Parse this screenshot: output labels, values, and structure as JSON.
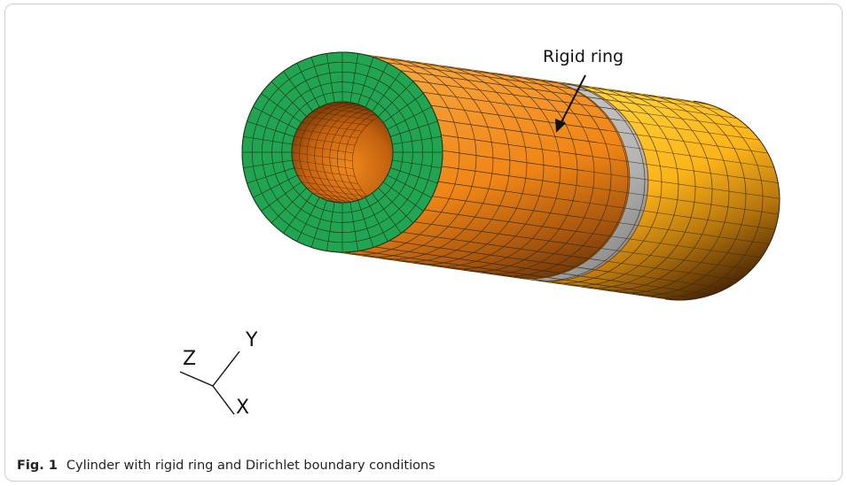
{
  "figure": {
    "annotation": "Rigid ring",
    "axes": {
      "z": "Z",
      "y": "Y",
      "x": "X"
    },
    "colors": {
      "end_face": "#22a552",
      "outer_surface": "#f5891b",
      "outer_surface_far": "#fcba1a",
      "rigid_ring": "#b9b9b9",
      "inner_surface": "#e0741b",
      "mesh_lines": "#3a2a10"
    }
  },
  "caption": {
    "label": "Fig. 1",
    "text": "Cylinder with rigid ring and Dirichlet boundary conditions"
  }
}
